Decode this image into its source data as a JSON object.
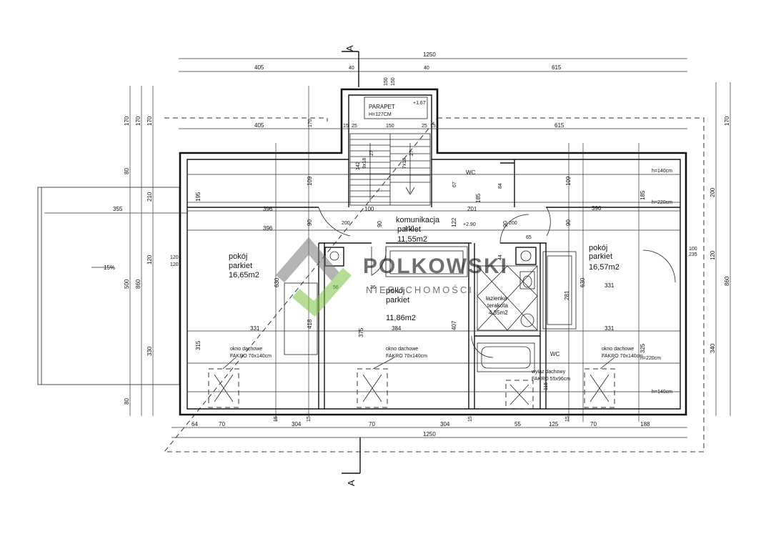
{
  "section_marker": "A",
  "rooms": {
    "left": {
      "name": "pokój",
      "floor": "parkiet",
      "area": "16,65m2"
    },
    "center": {
      "name": "pokój",
      "floor": "parkiet",
      "area": "11,86m2"
    },
    "right": {
      "name": "pokój",
      "floor": "parkiet",
      "area": "16,57m2"
    },
    "hall": {
      "name": "komunikacja",
      "floor": "parkiet",
      "area": "11,55m2"
    },
    "bath": {
      "name": "łazienka",
      "floor": "terakota",
      "area": "4,35m2"
    }
  },
  "labels": {
    "parapet": "PARAPET",
    "parapet_h": "H=127CM",
    "level_top": "+1.67",
    "level_mid": "+2.90",
    "wc_top": "WC",
    "wc_bottom": "WC",
    "slope": "15%",
    "roof_window": "okno dachowe",
    "roof_window_size": "FAKRO 70x140cm",
    "roof_exit": "wyłaz dachowy",
    "roof_exit_size": "FAKRO 55x96cm",
    "h140_top": "h=140cm",
    "h220_top": "h=220cm",
    "h220_bottom": "h=220cm",
    "h140_bottom": "h=140cm"
  },
  "watermark": {
    "brand": "POLKOWSKI",
    "sub": "NIERUCHOMOŚCI"
  },
  "dimensions": {
    "top_total": "1250",
    "top_left": "405",
    "top_40a": "40",
    "top_150a": "150",
    "top_150b": "150",
    "top_40b": "40",
    "top_right": "615",
    "second_left": "405",
    "second_170": "170",
    "second_15a": "15",
    "second_25": "25",
    "second_150": "150",
    "second_25b": "25",
    "second_15b": "15",
    "second_right": "615",
    "left_170a": "170",
    "left_170b": "170",
    "left_170c": "170",
    "left_80a": "80",
    "left_210": "210",
    "left_120": "120",
    "left_500": "500",
    "left_860": "860",
    "left_330": "330",
    "left_80b": "80",
    "right_170": "170",
    "right_200": "200",
    "right_120": "120",
    "right_860": "860",
    "right_340": "340",
    "mid_355": "355",
    "mid_396a": "396",
    "mid_396b": "396",
    "mid_396c": "396",
    "mid_410": "410",
    "mid_100": "100",
    "mid_201": "201",
    "mid_331a": "331",
    "mid_331b": "331",
    "mid_331c": "331",
    "mid_384": "384",
    "mid_630a": "630",
    "mid_630b": "630",
    "mid_418": "418",
    "mid_375": "375",
    "mid_407": "407",
    "mid_281": "281",
    "mid_315": "315",
    "mid_325": "325",
    "mid_195": "195",
    "mid_185a": "185",
    "mid_185b": "185",
    "mid_109a": "109",
    "mid_109b": "109",
    "mid_122": "122",
    "mid_90a": "90",
    "mid_90b": "90",
    "mid_90c": "90",
    "mid_90d": "90",
    "mid_200a": "200",
    "mid_200b": "200",
    "mid_56": "56",
    "mid_36": "36",
    "mid_65": "65",
    "mid_67": "67",
    "mid_84": "84",
    "mid_44": "44",
    "mid_100b": "100",
    "mid_235": "235",
    "mid_120b": "120",
    "mid_120c": "120",
    "mid_1158": "115",
    "stairs_142": "142",
    "stairs_27a": "27",
    "stairs_27b": "27",
    "stairs_918": "9x18",
    "stairs_718": "7x18",
    "bottom_64": "64",
    "bottom_70a": "70",
    "bottom_304a": "304",
    "bottom_70b": "70",
    "bottom_304b": "304",
    "bottom_55": "55",
    "bottom_125": "125",
    "bottom_70c": "70",
    "bottom_188": "188",
    "bottom_15a": "15",
    "bottom_15b": "15",
    "bottom_15c": "15",
    "bottom_15d": "15",
    "bottom_total": "1250"
  }
}
